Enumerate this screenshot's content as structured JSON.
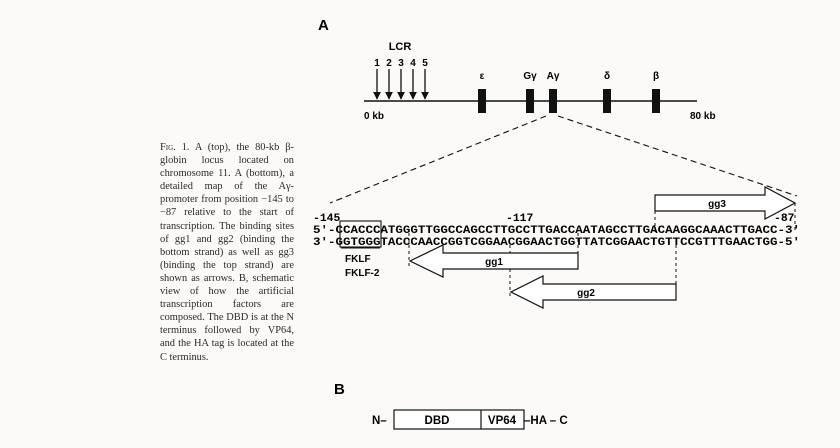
{
  "caption": {
    "fig_label": "Fig. 1.",
    "part1": " A (top), the 80-kb β-globin locus located on chromosome 11. A (bottom), a detailed map of the ",
    "gamma": "Aγ-promoter",
    "part2": " from position −145 to −87 relative to the start of transcription. The binding sites of gg1 and gg2 (binding the bottom strand) as well as gg3 (binding the top strand) are shown as arrows. B, schematic view of how the artificial transcription factors are composed. The DBD is at the N terminus followed by VP64, and the HA tag is located at the C terminus."
  },
  "panel_a": {
    "label": "A",
    "lcr": {
      "title": "LCR",
      "sites": [
        "1",
        "2",
        "3",
        "4",
        "5"
      ]
    },
    "locus": {
      "start": "0 kb",
      "end": "80 kb"
    },
    "genes": [
      "ε",
      "Gγ",
      "Aγ",
      "δ",
      "β"
    ],
    "positions": {
      "p145": "-145",
      "p117": "-117",
      "p87": "-87"
    },
    "seq_top": "5'-CCACCCATGGGTTGGCCAGCCTTGCCTTGACCAATAGCCTTGACAAGGCAAACTTGACC-3'",
    "seq_bottom": "3'-GGTGGGTACCCAACCGGTCGGAACGGAACTGGTTATCGGAACTGTTCCGTTTGAACTGG-5'",
    "factors": [
      "FKLF",
      "FKLF-2"
    ],
    "arrows": {
      "gg1": "gg1",
      "gg2": "gg2",
      "gg3": "gg3"
    }
  },
  "panel_b": {
    "label": "B",
    "n_term": "N–",
    "dbd": "DBD",
    "vp64": "VP64",
    "tail": "–HA – C"
  }
}
